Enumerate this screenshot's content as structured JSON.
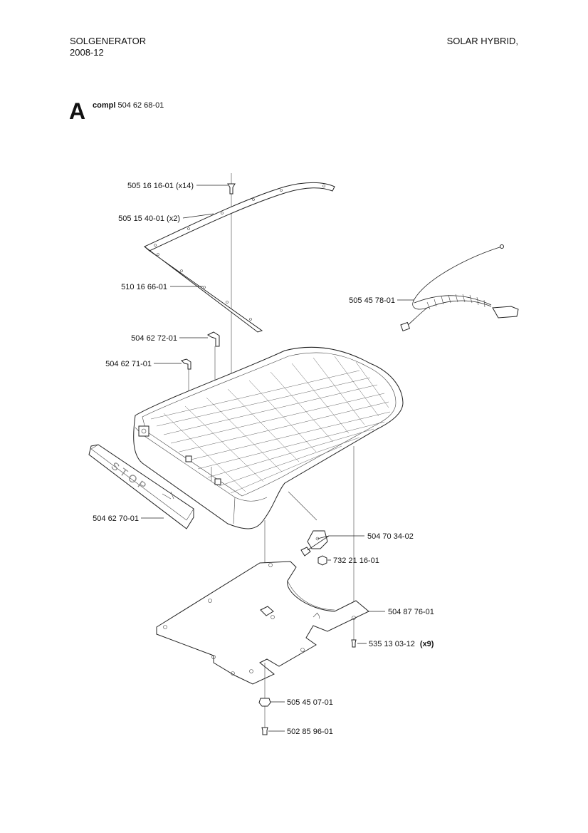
{
  "header": {
    "left_title": "SOLGENERATOR",
    "date": "2008-12",
    "right_title": "SOLAR HYBRID,"
  },
  "section": {
    "letter": "A",
    "compl_label": "compl",
    "compl_part": "504 62 68-01"
  },
  "parts": {
    "p1": "505 16 16-01 (x14)",
    "p2": "505 15 40-01 (x2)",
    "p3": "510 16 66-01",
    "p4": "505 45 78-01",
    "p5": "504 62 72-01",
    "p6": "504 62 71-01",
    "p7": "504 62 70-01",
    "p8": "504 70 34-02",
    "p9": "732 21 16-01",
    "p10": "504 87 76-01",
    "p11_num": "535 13 03-12",
    "p11_qty": "(x9)",
    "p12": "505 45 07-01",
    "p13": "502 85 96-01"
  },
  "stop_text": "STOP"
}
